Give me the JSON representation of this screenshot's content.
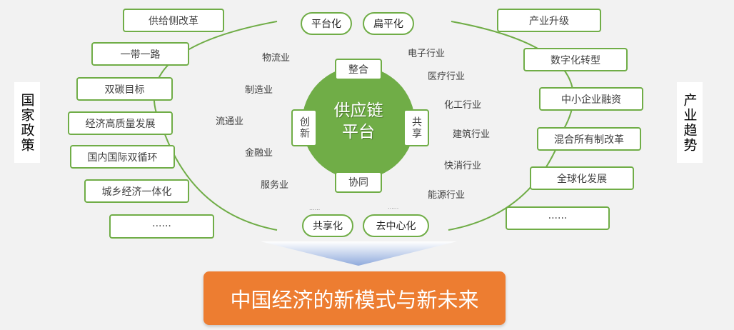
{
  "left_label": "国家政策",
  "right_label": "产业趋势",
  "policies": [
    "供给侧改革",
    "一带一路",
    "双碳目标",
    "经济高质量发展",
    "国内国际双循环",
    "城乡经济一体化",
    "······"
  ],
  "trends": [
    "产业升级",
    "数字化转型",
    "中小企业融资",
    "混合所有制改革",
    "全球化发展",
    "······"
  ],
  "pills": {
    "top": [
      "平台化",
      "扁平化"
    ],
    "bottom": [
      "共享化",
      "去中心化"
    ],
    "dots": "......"
  },
  "center": {
    "line1": "供应链",
    "line2": "平台",
    "top": "整合",
    "bottom": "协同",
    "left": "创新",
    "right": "共享"
  },
  "left_industries": [
    "物流业",
    "制造业",
    "流通业",
    "金融业",
    "服务业"
  ],
  "right_industries": [
    "电子行业",
    "医疗行业",
    "化工行业",
    "建筑行业",
    "快消行业",
    "能源行业"
  ],
  "result": "中国经济的新模式与新未来",
  "colors": {
    "green": "#70ad47",
    "orange": "#ed7d31"
  }
}
